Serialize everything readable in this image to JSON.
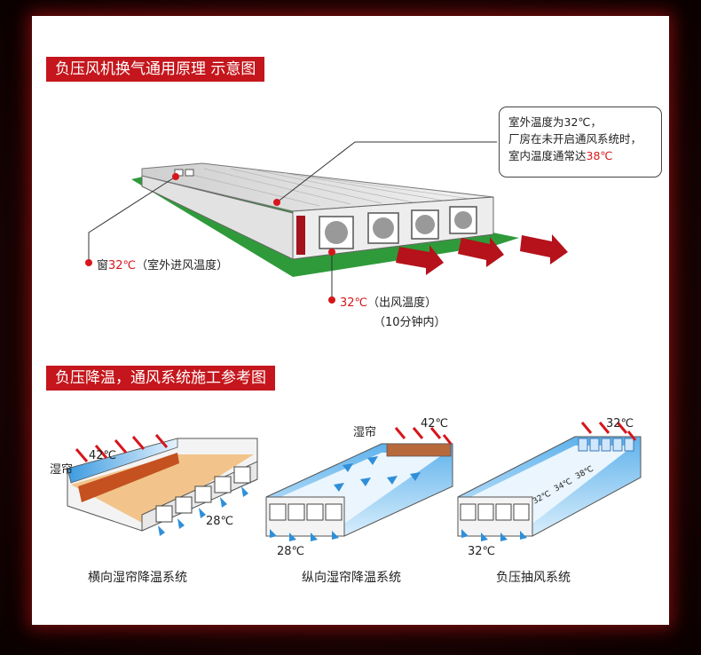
{
  "section1": {
    "title": "负压风机换气通用原理 示意图"
  },
  "callout": {
    "line1": "室外温度为32℃，",
    "line2": "厂房在未开启通风系统时，",
    "line3_prefix": "室内温度通常达",
    "line3_value": "38℃"
  },
  "window_label": {
    "prefix": "窗",
    "value": "32℃",
    "suffix": "（室外进风温度）"
  },
  "outlet_label": {
    "value": "32℃",
    "suffix": "（出风温度）",
    "line2": "（10分钟内）"
  },
  "section2": {
    "title": "负压降温，通风系统施工参考图"
  },
  "diagrams": [
    {
      "caption": "横向湿帘降温系统",
      "pad_label": "湿帘",
      "in_temp": "42℃",
      "out_temp": "28℃"
    },
    {
      "caption": "纵向湿帘降温系统",
      "pad_label": "湿帘",
      "in_temp": "42℃",
      "out_temp": "28℃"
    },
    {
      "caption": "负压抽风系统",
      "in_temp": "32℃",
      "out_temp": "32℃",
      "inner_temps": [
        "32℃",
        "34℃",
        "38℃"
      ]
    }
  ],
  "colors": {
    "accent": "#c4161c",
    "red_text": "#d6161c",
    "grass": "#2f9a3a",
    "arrow_red": "#b5121b",
    "arrow_blue": "#2f8fd8"
  }
}
